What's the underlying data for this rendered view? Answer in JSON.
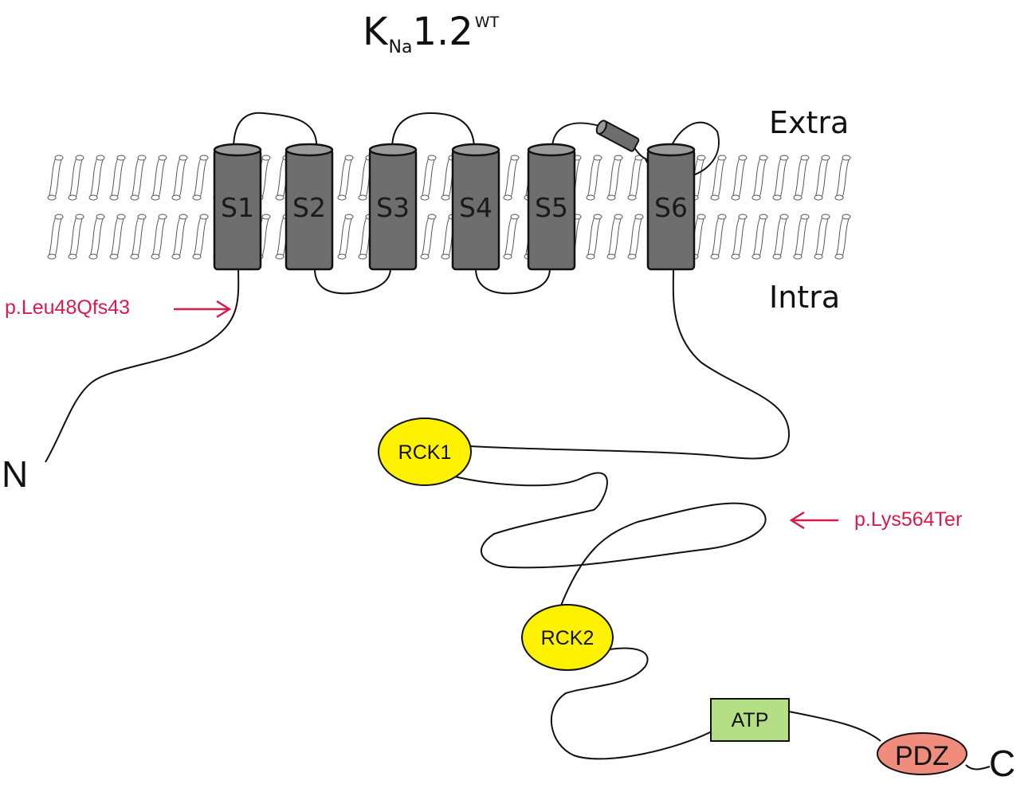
{
  "title": {
    "main": "K",
    "sub": "Na",
    "num": "1.2",
    "sup": "WT"
  },
  "regions": {
    "extra": "Extra",
    "intra": "Intra"
  },
  "termini": {
    "n": "N",
    "c": "C"
  },
  "segments": [
    "S1",
    "S2",
    "S3",
    "S4",
    "S5",
    "S6"
  ],
  "domains": {
    "rck1": "RCK1",
    "rck2": "RCK2",
    "atp": "ATP",
    "pdz": "PDZ"
  },
  "mutations": {
    "leu48": "p.Leu48Qfs43",
    "lys564": "p.Lys564Ter"
  },
  "colors": {
    "helix": "#6e6e6e",
    "helix_top": "#9a9a9a",
    "rck": "#fff200",
    "atp": "#b5df85",
    "pdz": "#ef8c7c",
    "mutation": "#d81b4a"
  }
}
